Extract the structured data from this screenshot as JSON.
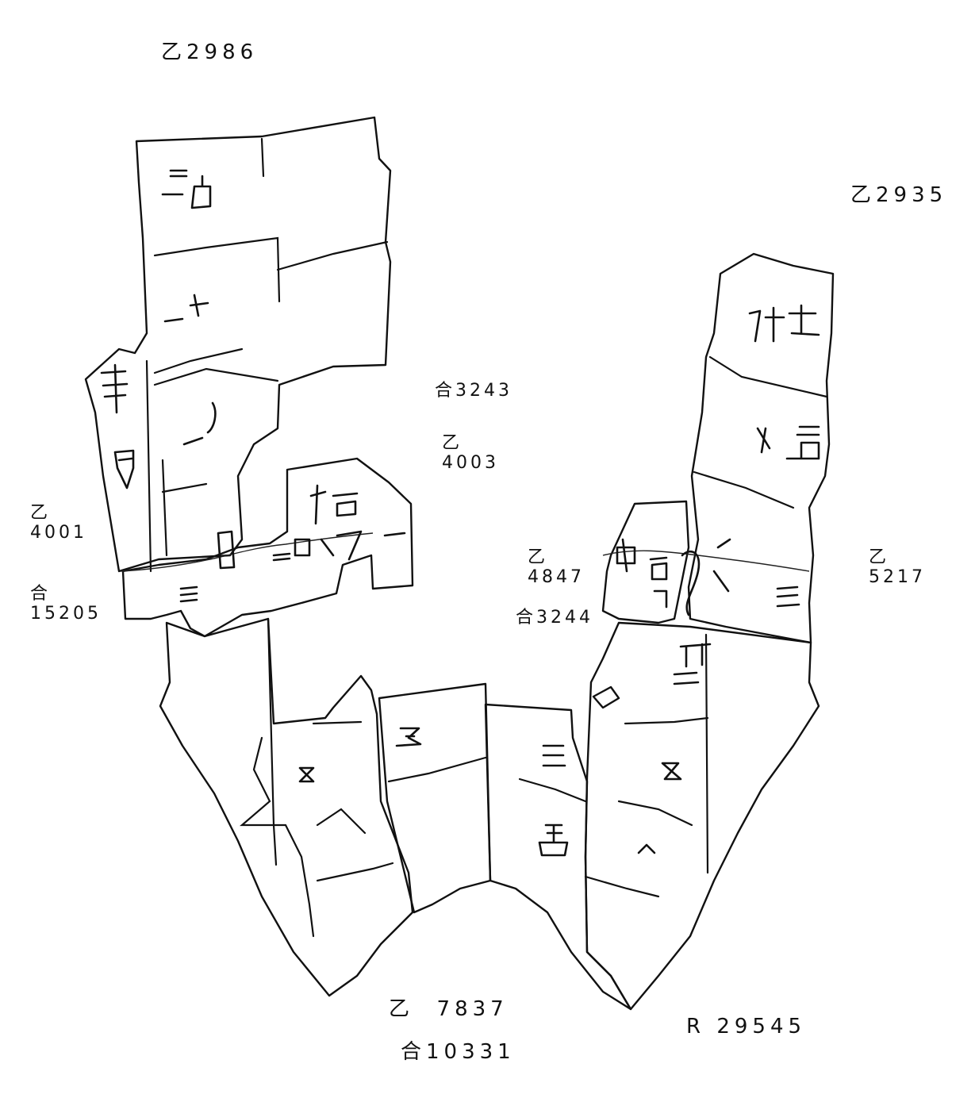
{
  "labels": {
    "top_left_catalog": "乙2986",
    "top_right_catalog": "乙2935",
    "center_catalog_he": "合3243",
    "center_catalog_yi": "乙\n4003",
    "left_catalog_yi": "乙\n4001",
    "left_catalog_he": "合\n15205",
    "mid_right_catalog_yi": "乙\n4847",
    "mid_right_catalog_he": "合3244",
    "right_catalog_yi": "乙\n5217",
    "bottom_catalog_yi": "乙  7837",
    "bottom_catalog_he": "合10331",
    "bottom_right_catalog": "R 29545"
  }
}
